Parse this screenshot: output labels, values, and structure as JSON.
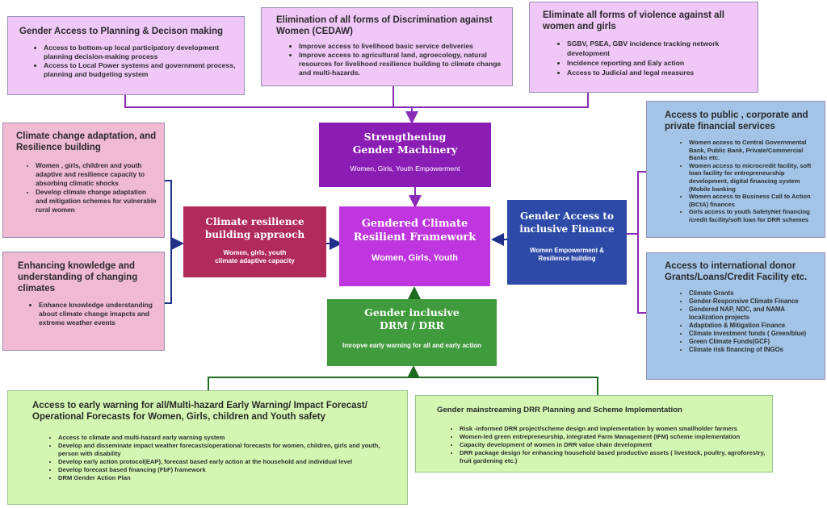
{
  "colors": {
    "lavender": "#efc8f8",
    "pink": "#f1bad3",
    "blue_light": "#a3c4e6",
    "green_light": "#d3f7b3",
    "purple": "#8a1db3",
    "magenta": "#bf36e0",
    "maroon": "#b02a5b",
    "navy": "#2e4aa8",
    "green": "#3f9b3b",
    "line_purple": "#8a2bb5",
    "line_navy": "#1f2f8a",
    "line_green": "#1f6b1f"
  },
  "top": {
    "gender_access": {
      "title": "Gender Access to Planning & Decison making",
      "items": [
        "Access to bottom-up local participatory development planning decision-making process",
        "Access to Local Power systems and government process, planning and budgeting system"
      ]
    },
    "cedaw": {
      "title": "Elimination of all forms of Discrimination against Women (CEDAW)",
      "items": [
        "Improve access to livelihood basic service deliveries",
        "Improve access to agricultural land, agroecology, natural resources for livelihood resilience building to climate change and multi-hazards."
      ]
    },
    "violence": {
      "title": "Eliminate all forms of violence against all women and girls",
      "items": [
        "SGBV, PSEA, GBV incidence tracking network development",
        "Incidence reporting and Ealy action",
        "Access to Judicial and legal measures"
      ]
    }
  },
  "left": {
    "climate_adaptation": {
      "title": "Climate change adaptation, and Resilience building",
      "items": [
        "Women , girls, children and youth adaptive and resilience capacity to absorbing climatic shocks",
        "Develop climate change adaptation and mitigation schemes for vulnerable rural women"
      ]
    },
    "knowledge": {
      "title": "Enhancing knowledge and understanding of changing climates",
      "items": [
        "Enhance knowledge understanding about  climate change imapcts  and extreme weather events"
      ]
    }
  },
  "right": {
    "financial_services": {
      "title": "Access to public , corporate and private financial services",
      "items": [
        "Women access to Central Governmental Bank, Public Bank, Private/Commercial Banks etc.",
        "Women access to microcredit facility, soft loan facility for entrepreneurship development, digital financing system (Mobile banking",
        "Women access to Business Call to Action (BCtA) finances",
        "Girls access to youth SafetyNet financing /credit facility/soft loan for DRR schemes"
      ]
    },
    "donor": {
      "title": "Access to international donor Grants/Loans/Credit Facility etc.",
      "items": [
        "Climate Grants",
        "Gender-Responsive Climate Finance",
        "Gendered NAP, NDC, and NAMA localization projects",
        "Adaptation & Mitigation Finance",
        "Climate investment funds ( Green/blue)",
        "Green Climate Funds(GCF)",
        "Climate risk financing of INGOs"
      ]
    }
  },
  "center": {
    "machinery": {
      "title": "Strengthening Gender Machinery",
      "sub": "Women, Girls,  Youth Empowerment"
    },
    "framework": {
      "title": "Gendered Climate Resilient Framework",
      "sub": "Women, Girls,  Youth"
    },
    "climate_resilience": {
      "title": "Climate resilience building appraoch",
      "sub": "Women, girls, youth  climate adaptive capacity"
    },
    "inclusive_finance": {
      "title": "Gender  Access to inclusive Finance",
      "sub": "Women Empowerment & Resilience building"
    },
    "drr": {
      "title": "Gender inclusive  DRM / DRR",
      "sub": "Imropve early warning  for all and early action"
    }
  },
  "bottom": {
    "early_warning": {
      "title": "Access to early warning for all/Multi-hazard Early Warning/ Impact Forecast/ Operational Forecasts for Women, Girls, children and Youth safety",
      "items": [
        "Access to climate and multi-hazard early warning system",
        "Develop and disseminate impact weather forecasts/operational forecasts for women, children, girls and youth, person with disability",
        "Develop early action protocol(EAP), forecast based early action at the household and individual level",
        "Develop forecast based financing (FbF) framework",
        "DRM Gender Action Plan"
      ]
    },
    "mainstreaming": {
      "title": "Gender mainstreaming DRR Planning and Scheme Implementation",
      "items": [
        "Risk -informed DRR project/scheme design and implementation by women smallholder farmers",
        "Women-led green entrepreneurship, integrated Farm Management (IFM) scheme implementation",
        "Capacity development of women in DRR value chain development",
        "DRR package design for enhancing household based productive assets ( livestock, poultry, agroforestry, fruit gardening etc.)"
      ]
    }
  }
}
